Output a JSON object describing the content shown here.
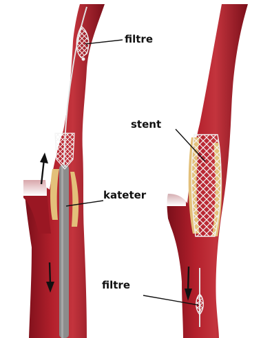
{
  "labels": {
    "filter_top": "filtre",
    "stent": "stent",
    "catheter": "kateter",
    "filter_bottom": "filtre"
  },
  "colors": {
    "vessel_outer": "#8e1420",
    "vessel_inner": "#b3202c",
    "vessel_highlight": "#cf4a52",
    "plaque": "#e3c07a",
    "catheter": "#8c8c8c",
    "guidewire": "#dcdcdc",
    "mesh": "#f2f2f2",
    "background": "#ffffff"
  },
  "icons": {
    "flow_up": "arrow-up-icon",
    "flow_down": "arrow-down-icon"
  }
}
